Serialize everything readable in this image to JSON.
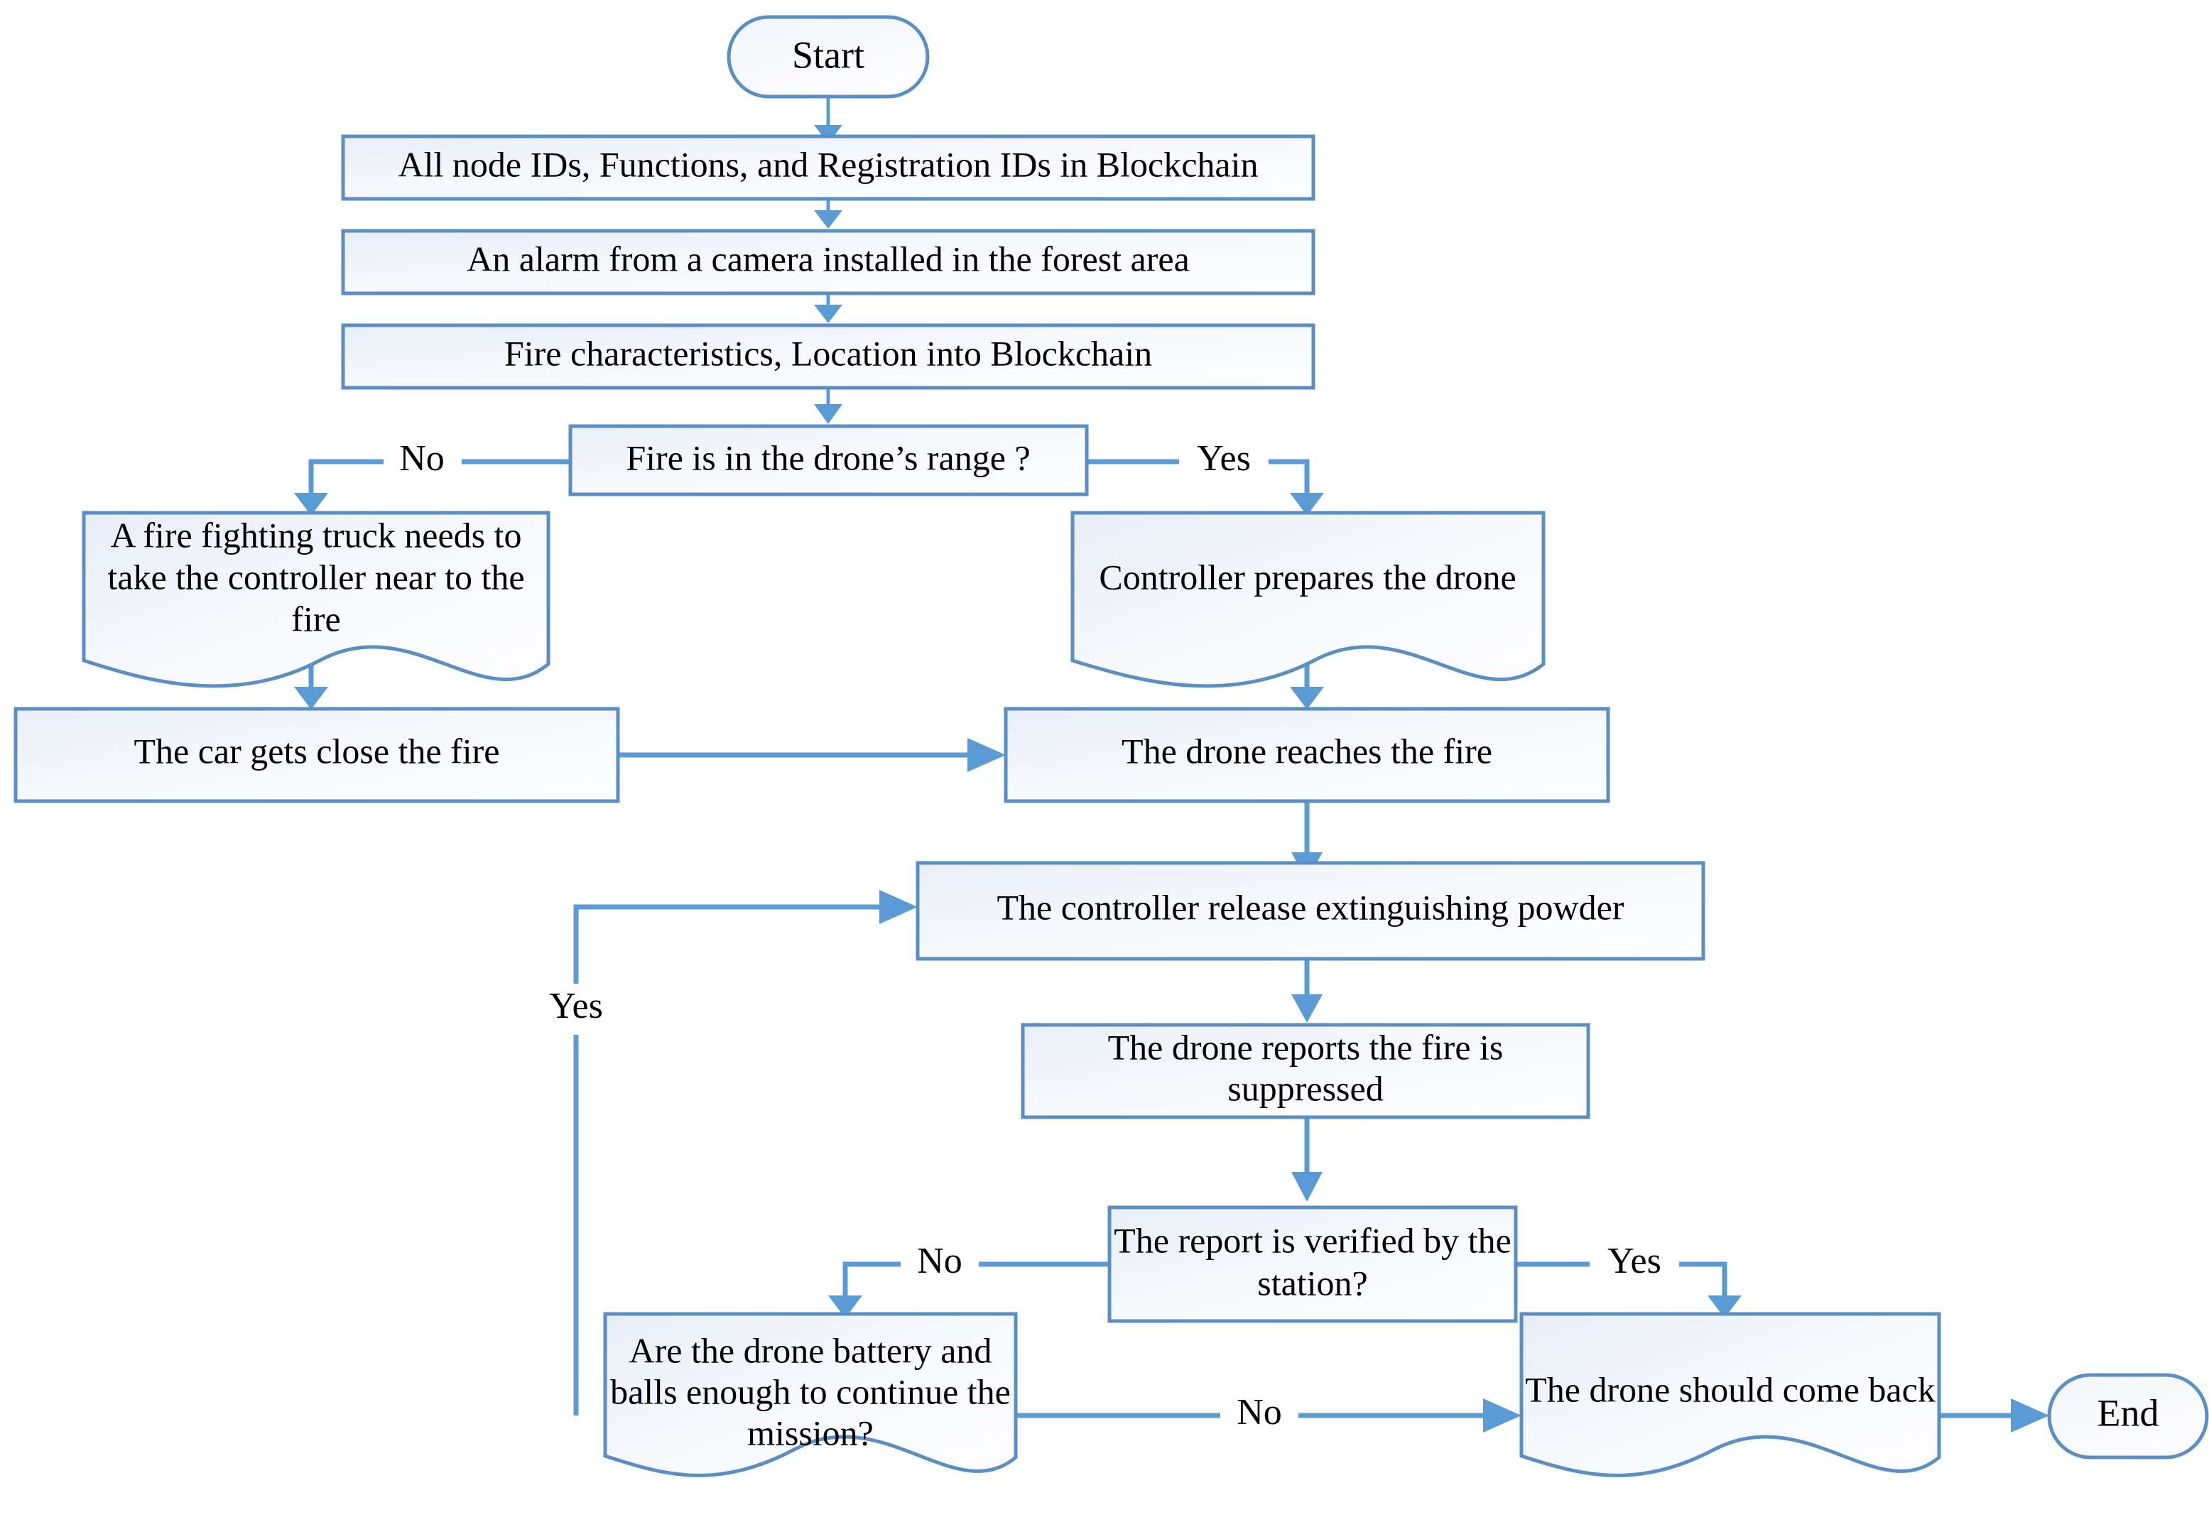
{
  "diagram": {
    "title": "Forest fire detection and drone suppression flowchart",
    "colors": {
      "node_border": "#5B8FC4",
      "node_fill_light": "#FBFCFE",
      "node_fill_tint": "#EBEFF7",
      "connector": "#5B9BD5",
      "text": "#000000",
      "background": "#FFFFFF"
    }
  },
  "nodes": {
    "start": {
      "label": "Start",
      "shape": "terminator"
    },
    "registration": {
      "label": "All node IDs, Functions, and Registration IDs in Blockchain",
      "shape": "process"
    },
    "alarm": {
      "label": "An alarm from a camera installed in the forest area",
      "shape": "process"
    },
    "fire_record": {
      "label": "Fire characteristics, Location into Blockchain",
      "shape": "process"
    },
    "range_decision": {
      "label": "Fire is in the drone’s range ?",
      "shape": "process"
    },
    "truck": {
      "shape": "document",
      "lines": [
        "A fire fighting truck needs to",
        "take the controller near to the",
        "fire"
      ]
    },
    "prepare_drone": {
      "label": "Controller prepares the drone",
      "shape": "document"
    },
    "car_close": {
      "label": "The car gets close the fire",
      "shape": "process"
    },
    "drone_reaches": {
      "label": "The drone reaches the fire",
      "shape": "process"
    },
    "release_powder": {
      "label": "The controller release extinguishing powder",
      "shape": "process"
    },
    "drone_reports": {
      "shape": "process",
      "lines": [
        "The drone reports the fire is",
        "suppressed"
      ]
    },
    "report_verified": {
      "shape": "process",
      "lines": [
        "The report is verified by the",
        "station?"
      ]
    },
    "battery_decision": {
      "shape": "document",
      "lines": [
        "Are the drone battery and",
        "balls enough to continue the",
        "mission?"
      ]
    },
    "come_back": {
      "label": "The drone should come back",
      "shape": "document"
    },
    "end": {
      "label": "End",
      "shape": "terminator"
    }
  },
  "edge_labels": {
    "range_no": "No",
    "range_yes": "Yes",
    "battery_yes": "Yes",
    "verified_no": "No",
    "verified_yes": "Yes",
    "battery_no": "No"
  }
}
